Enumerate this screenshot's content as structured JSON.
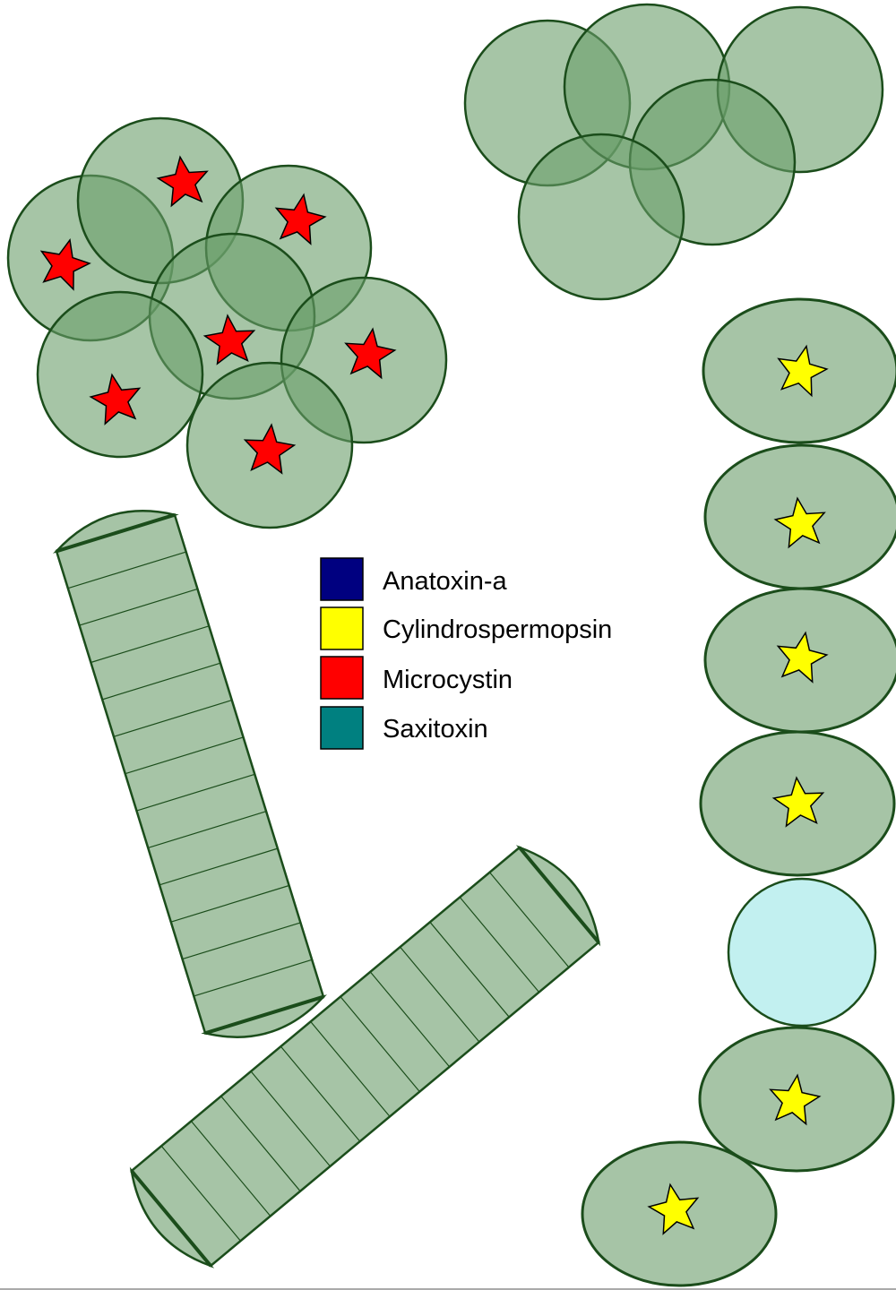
{
  "legend": {
    "items": [
      {
        "label": "Anatoxin-a",
        "color": "#000080"
      },
      {
        "label": "Cylindrospermopsin",
        "color": "#ffff00"
      },
      {
        "label": "Microcystin",
        "color": "#ff0000"
      },
      {
        "label": "Saxitoxin",
        "color": "#008080"
      }
    ]
  },
  "colors": {
    "cell_fill": "#6b9f6b",
    "cell_outline": "#1b4d1b",
    "heterocyst_fill": "#c2f0f0",
    "microcystin_star": "#ff0000",
    "cylindrospermopsin_star": "#ffff00"
  },
  "colonies": [
    {
      "name": "microcystin-colony",
      "cells": 7,
      "toxin": "Microcystin"
    },
    {
      "name": "non-toxic-colony",
      "cells": 5,
      "toxin": ""
    },
    {
      "name": "cylindrospermopsin-chain",
      "cells": 7,
      "heterocysts": 1,
      "toxin": "Cylindrospermopsin"
    },
    {
      "name": "filament-upper-left",
      "segments": 13,
      "toxin": ""
    },
    {
      "name": "filament-lower",
      "segments": 13,
      "toxin": ""
    }
  ]
}
